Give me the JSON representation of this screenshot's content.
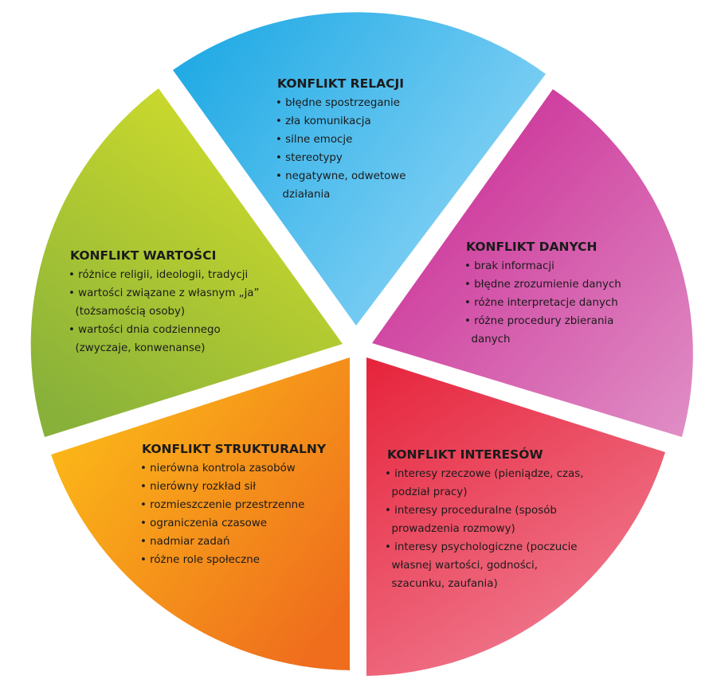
{
  "segments": [
    {
      "id": "relacji",
      "title": "KONFLIKT RELACJI",
      "lines": [
        "• błędne spostrzeganie",
        "• zła komunikacja",
        "• silne emocje",
        "• stereotypy",
        "• negatywne, odwetowe",
        "  działania"
      ],
      "colors": [
        "#17a6e3",
        "#8ad4f6"
      ]
    },
    {
      "id": "danych",
      "title": "KONFLIKT DANYCH",
      "lines": [
        "• brak informacji",
        "• błędne zrozumienie danych",
        "• różne interpretacje danych",
        "• różne procedury zbierania",
        "  danych"
      ],
      "colors": [
        "#c8208f",
        "#e08fc6"
      ]
    },
    {
      "id": "interesow",
      "title": "KONFLIKT INTERESÓW",
      "lines": [
        "• interesy rzeczowe (pieniądze, czas,",
        "  podział pracy)",
        "• interesy proceduralne (sposób",
        "  prowadzenia rozmowy)",
        "• interesy psychologiczne (poczucie",
        "  własnej wartości, godności,",
        "  szacunku, zaufania)"
      ],
      "colors": [
        "#e6233a",
        "#f07a8f"
      ]
    },
    {
      "id": "strukturalny",
      "title": "KONFLIKT STRUKTURALNY",
      "lines": [
        "• nierówna kontrola zasobów",
        "• nierówny rozkład sił",
        "• rozmieszczenie przestrzenne",
        "• ograniczenia czasowe",
        "• nadmiar zadań",
        "• różne role społeczne"
      ],
      "colors": [
        "#fdc317",
        "#ef6d1d"
      ]
    },
    {
      "id": "wartosci",
      "title": "KONFLIKT WARTOŚCI",
      "lines": [
        "• różnice religii, ideologii, tradycji",
        "• wartości związane z własnym „ja”",
        "  (tożsamością osoby)",
        "• wartości dnia codziennego",
        "  (zwyczaje, konwenanse)"
      ],
      "colors": [
        "#d6e02a",
        "#88b13a"
      ]
    }
  ]
}
